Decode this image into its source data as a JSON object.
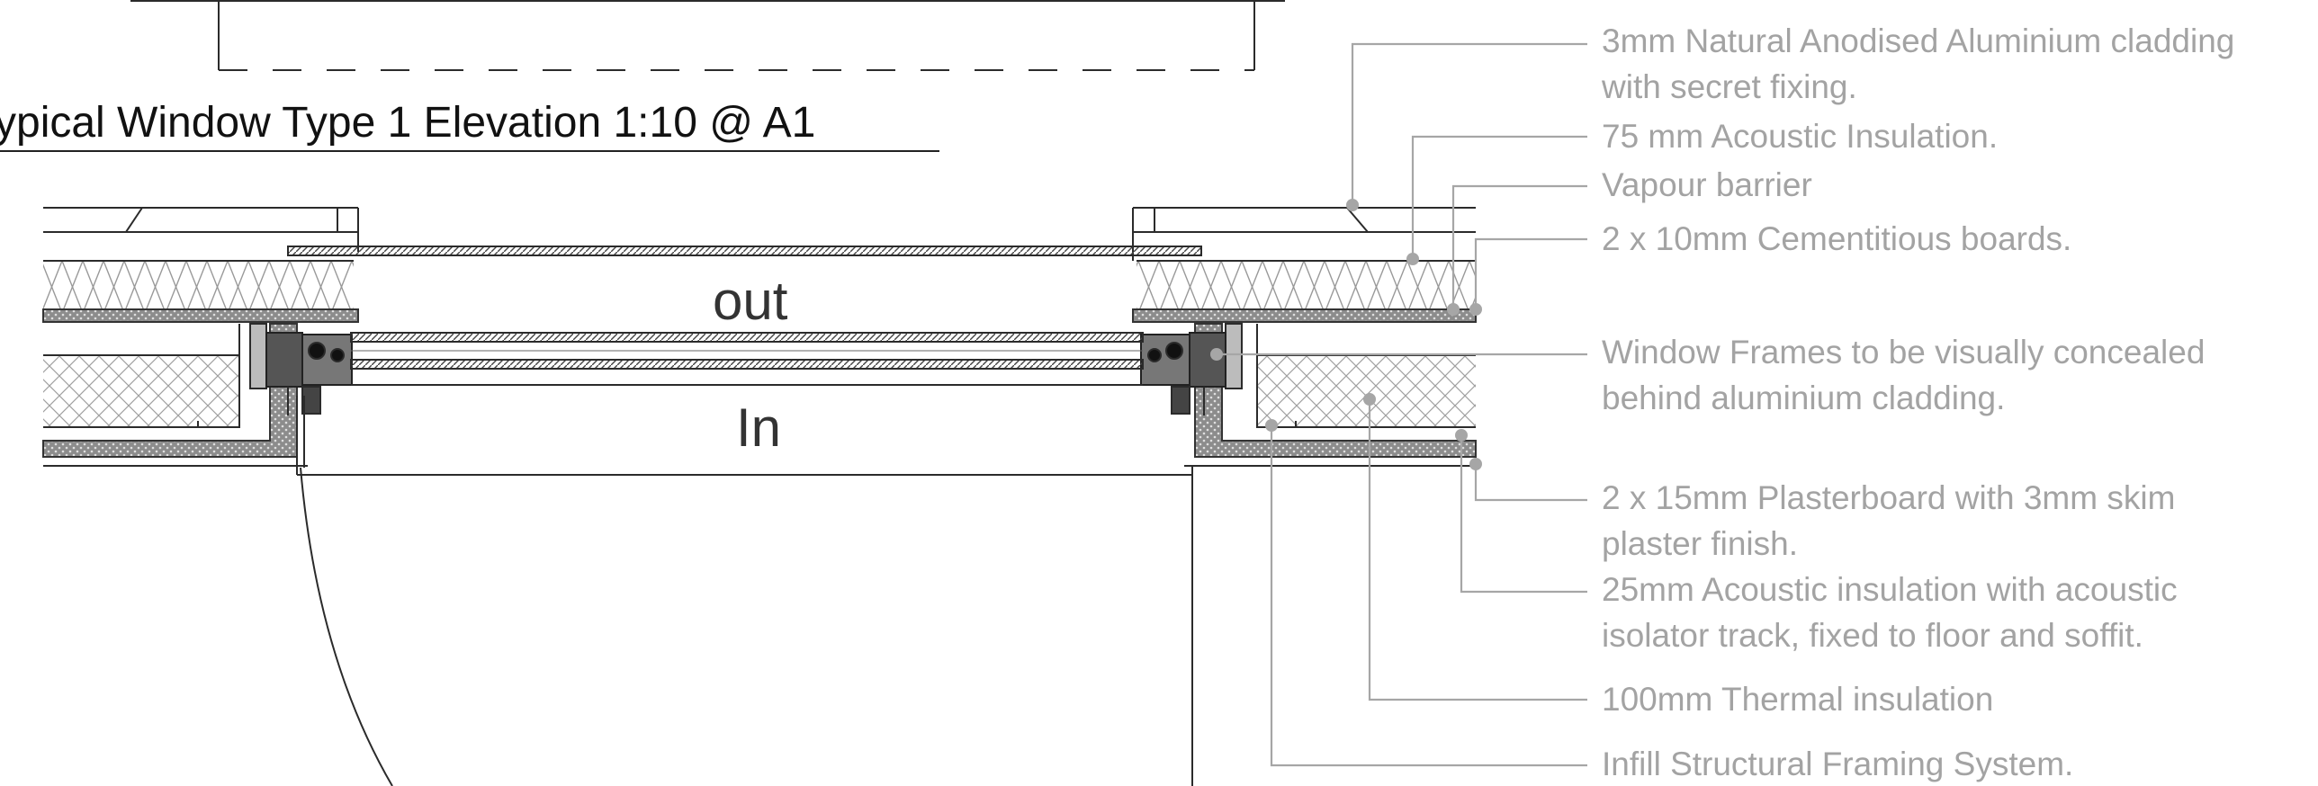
{
  "drawing_title": "ypical Window Type 1 Elevation 1:10 @ A1",
  "labels": {
    "outside": "out",
    "inside": "In"
  },
  "annotations": [
    {
      "id": "cladding",
      "lines": [
        "3mm Natural Anodised Aluminium cladding",
        "with secret fixing."
      ]
    },
    {
      "id": "acoustic-insulation-75",
      "lines": [
        "75 mm  Acoustic Insulation."
      ]
    },
    {
      "id": "vapour-barrier",
      "lines": [
        "Vapour barrier"
      ]
    },
    {
      "id": "cementitious-boards",
      "lines": [
        "2 x 10mm  Cementitious boards."
      ]
    },
    {
      "id": "window-frames",
      "lines": [
        "Window Frames to be visually concealed",
        "behind aluminium cladding."
      ]
    },
    {
      "id": "plasterboard",
      "lines": [
        "2 x 15mm Plasterboard with 3mm skim",
        "plaster finish."
      ]
    },
    {
      "id": "acoustic-insulation-25",
      "lines": [
        "25mm Acoustic insulation with acoustic",
        "isolator track, fixed to floor and soffit."
      ]
    },
    {
      "id": "thermal-insulation",
      "lines": [
        "100mm Thermal insulation"
      ]
    },
    {
      "id": "framing-system",
      "lines": [
        "Infill Structural Framing System."
      ]
    }
  ],
  "colors": {
    "linework": "#2b2b2b",
    "leader": "#a6a6a6",
    "annotation_text": "#a3a3a3",
    "hatch": "#9a9a9a"
  }
}
